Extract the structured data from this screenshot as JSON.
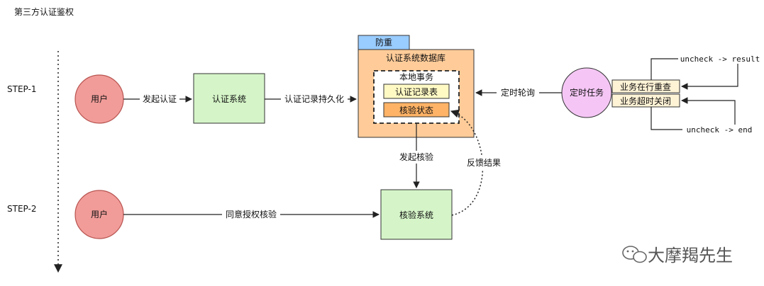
{
  "title": "第三方认证鉴权",
  "steps": {
    "step1": "STEP-1",
    "step2": "STEP-2"
  },
  "nodes": {
    "user1": "用户",
    "auth_system": "认证系统",
    "auth_db_tag": "防重",
    "auth_db": "认证系统数据库",
    "local_tx": "本地事务",
    "auth_record_table": "认证记录表",
    "verify_status": "核验状态",
    "scheduler": "定时任务",
    "biz_in_table": "业务在行重查",
    "biz_timeout_close": "业务超时关闭",
    "user2": "用户",
    "verify_system": "核验系统"
  },
  "edges": {
    "initiate_auth": "发起认证",
    "persist_auth_record": "认证记录持久化",
    "scheduled_poll": "定时轮询",
    "uncheck_result": "uncheck -> result",
    "uncheck_end": "uncheck -> end",
    "initiate_verify": "发起核验",
    "feedback_result": "反馈结果",
    "agree_auth_verify": "同意授权核验"
  },
  "watermark": "大摩羯先生",
  "colors": {
    "user_fill": "#f19c99",
    "user_stroke": "#b85450",
    "system_fill": "#d5f5c8",
    "system_stroke": "#333333",
    "db_fill": "#ffcc99",
    "db_tag_fill": "#99ccff",
    "record_table_fill": "#fff9c4",
    "verify_status_fill": "#ffb366",
    "scheduler_fill": "#f5c6f5",
    "biz_fill": "#fff3d6"
  }
}
